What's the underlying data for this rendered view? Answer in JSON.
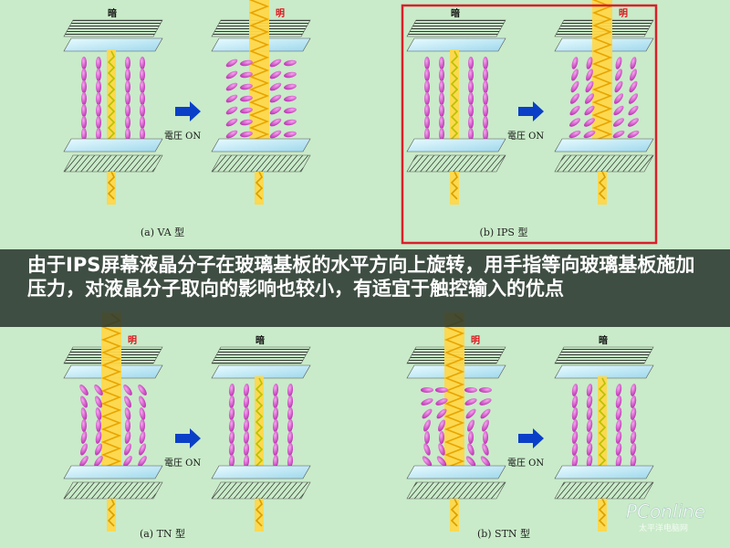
{
  "caption": "由于IPS屏幕液晶分子在玻璃基板的水平方向上旋转，用手指等向玻璃基板施加压力，对液晶分子取向的影响也较小，有适宜于触控输入的优点",
  "labels": {
    "dark": "暗",
    "bright": "明",
    "power_on": "電圧 ON"
  },
  "panels": [
    {
      "id": "va",
      "caption": "(a) VA 型",
      "left_state": "暗",
      "right_state": "明",
      "highlighted": false
    },
    {
      "id": "ips",
      "caption": "(b) IPS 型",
      "left_state": "暗",
      "right_state": "明",
      "highlighted": true
    },
    {
      "id": "tn",
      "caption": "(a) TN 型",
      "left_state": "明",
      "right_state": "暗",
      "highlighted": false
    },
    {
      "id": "stn",
      "caption": "(b) STN 型",
      "left_state": "明",
      "right_state": "暗",
      "highlighted": false
    }
  ],
  "watermark": {
    "logo": "PConline",
    "sub": "太平洋电脑网"
  },
  "colors": {
    "background": "#c9ebc9",
    "highlight_border": "#d9202a",
    "arrow": "#0a3fc8",
    "molecule": "#d040c8",
    "light_beam": "#ffd84a",
    "glass": "#bfe8f4",
    "caption_bar": "#28342c"
  }
}
